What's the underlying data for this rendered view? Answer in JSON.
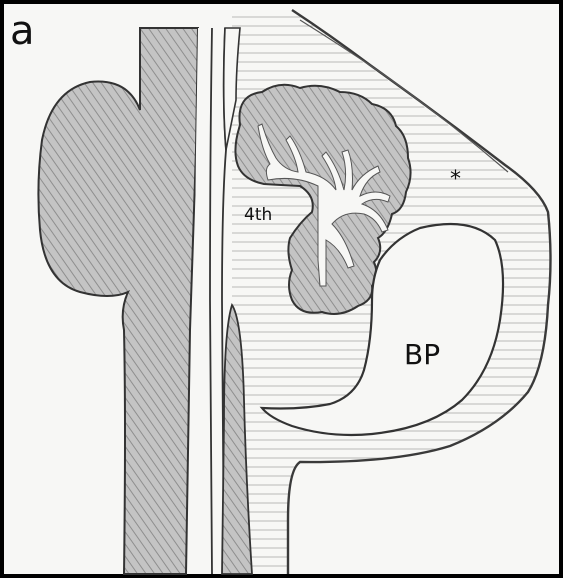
{
  "figure": {
    "panel_letter": "a",
    "labels": {
      "fourth_ventricle": "4th",
      "blake_pouch": "BP",
      "asterisk": "*"
    },
    "colors": {
      "background": "#000000",
      "paper": "#f7f7f5",
      "shading": "#b9b9b9",
      "ink": "#2a2a2a"
    }
  }
}
